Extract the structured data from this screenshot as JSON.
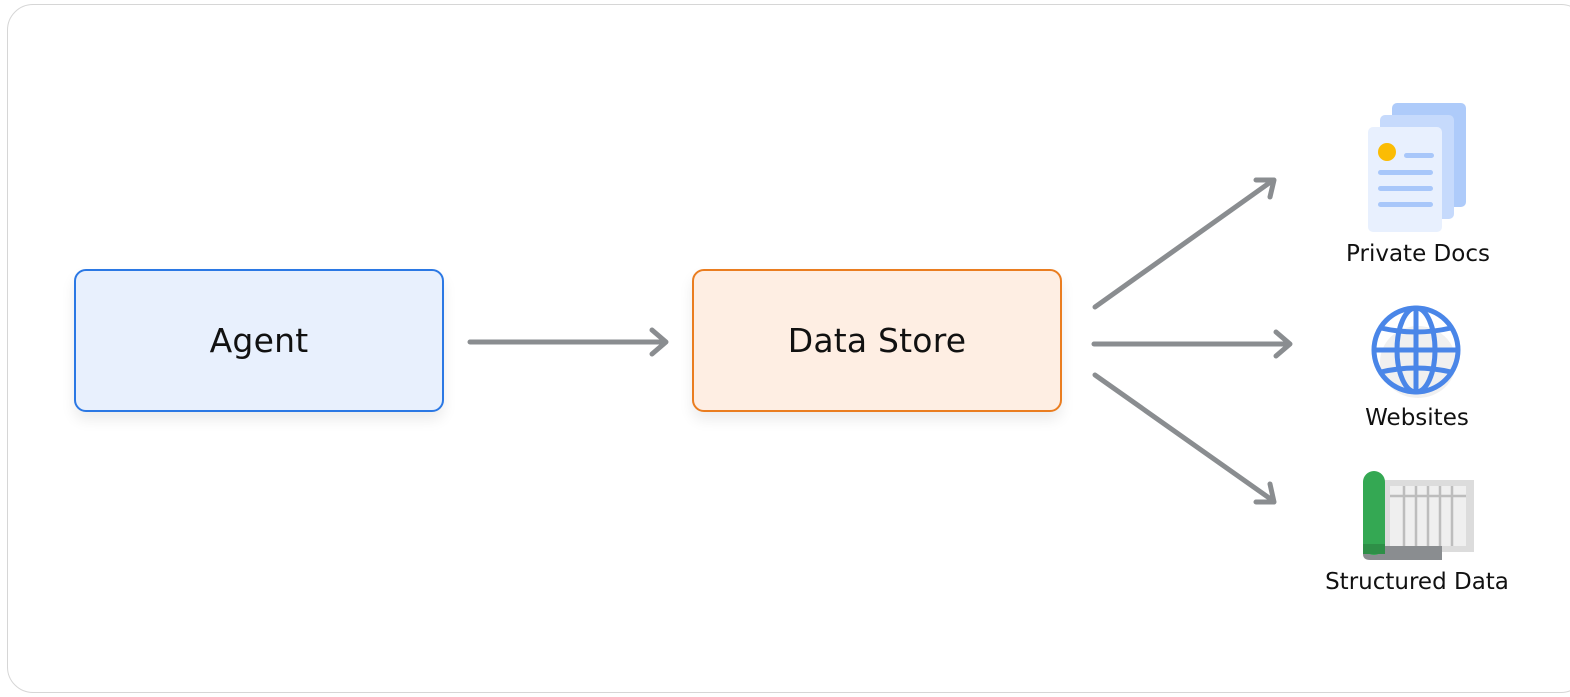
{
  "nodes": {
    "agent": {
      "label": "Agent"
    },
    "data_store": {
      "label": "Data Store"
    }
  },
  "resources": [
    {
      "label": "Private Docs",
      "icon": "documents-icon"
    },
    {
      "label": "Websites",
      "icon": "globe-icon"
    },
    {
      "label": "Structured Data",
      "icon": "spreadsheet-icon"
    }
  ],
  "colors": {
    "agent_border": "#2b78e4",
    "agent_fill": "#e8f0fd",
    "store_border": "#ea7d20",
    "store_fill": "#feeee3",
    "arrow": "#8a8d90",
    "doc_blue": "#aecbfa",
    "accent_yellow": "#fbbc04",
    "globe_blue": "#4a86e8",
    "sheet_green": "#34a853"
  }
}
